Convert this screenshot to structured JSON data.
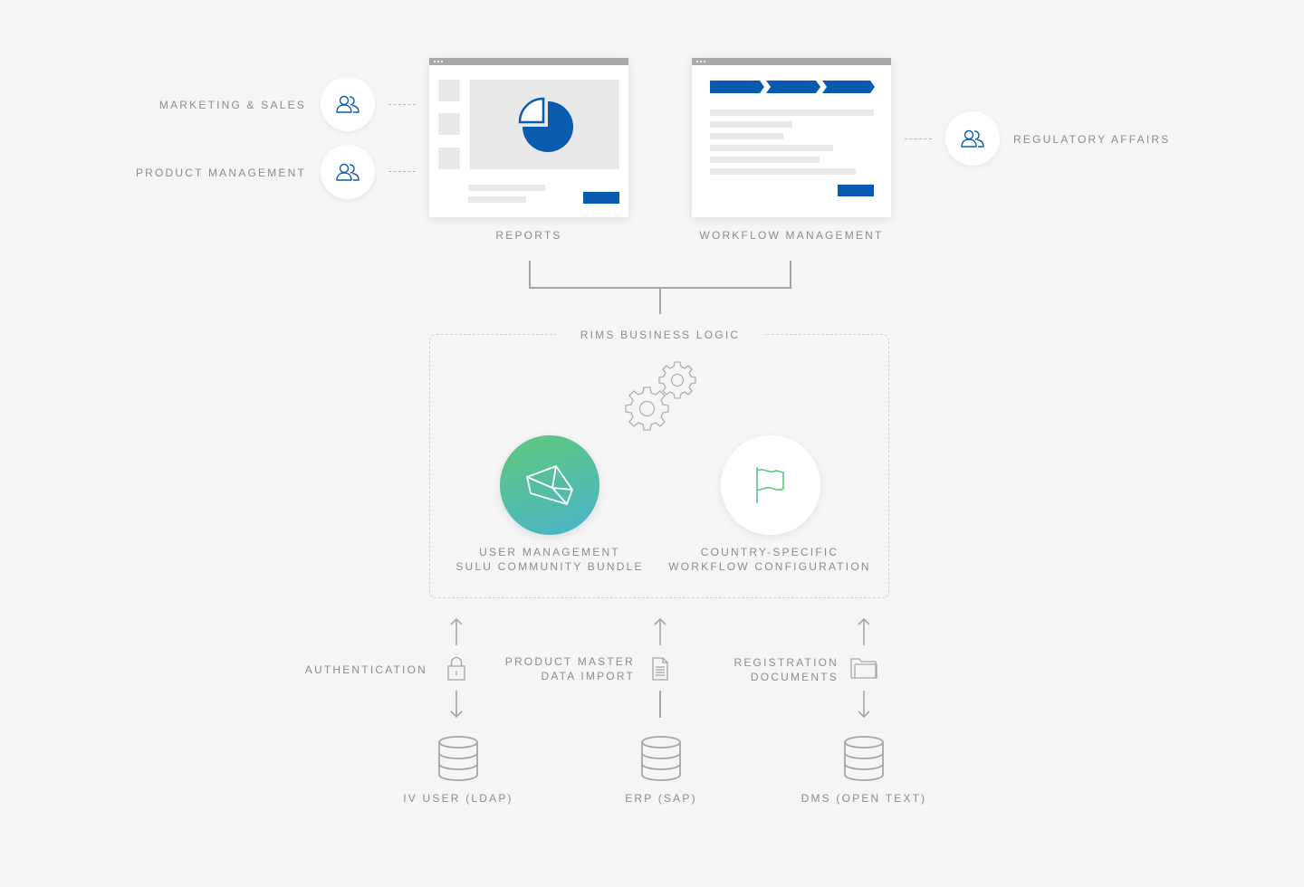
{
  "roles": {
    "marketing_sales": "Marketing & Sales",
    "product_management": "Product Management",
    "regulatory_affairs": "Regulatory Affairs"
  },
  "screens": {
    "reports": "Reports",
    "workflow_management": "Workflow Management"
  },
  "business_logic": {
    "title": "RIMS Business Logic",
    "user_management": [
      "User Management",
      "Sulu Community Bundle"
    ],
    "country_specific": [
      "Country-Specific",
      "Workflow Configuration"
    ]
  },
  "connectors": {
    "authentication": "Authentication",
    "product_master": [
      "Product Master",
      "Data Import"
    ],
    "registration": [
      "Registration",
      "Documents"
    ]
  },
  "databases": {
    "iv_user": "IV User (LDAP)",
    "erp": "ERP (SAP)",
    "dms": "DMS (Open Text)"
  },
  "colors": {
    "accent_blue": "#0a5bb0",
    "gradient_start": "#5ec97a",
    "gradient_end": "#4ab3cc",
    "flag_green": "#5cc486",
    "text_gray": "#8d8d8d",
    "line_gray": "#a6a6a6"
  },
  "icons": {
    "role": "users-icon",
    "gear": "gear-icon",
    "user_management": "envelope-icon",
    "country_specific": "flag-icon",
    "authentication": "lock-icon",
    "product_master": "document-icon",
    "registration": "folder-icon",
    "database": "database-icon",
    "arrow": "arrow-icon"
  }
}
